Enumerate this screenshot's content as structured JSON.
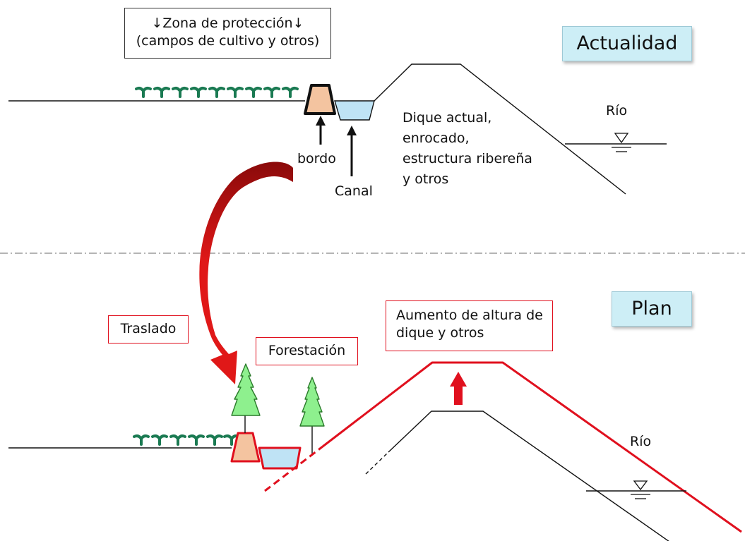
{
  "header_box": {
    "line1": "↓Zona de protección↓",
    "line2": "(campos de cultivo y otros)"
  },
  "badges": {
    "current": "Actualidad",
    "plan": "Plan"
  },
  "top": {
    "bordo": "bordo",
    "canal": "Canal",
    "dike_desc": [
      "Dique actual,",
      "enrocado,",
      "estructura ribereña",
      "y otros"
    ],
    "river": "Río"
  },
  "bottom": {
    "relocation": "Traslado",
    "forestation": "Forestación",
    "dike_raise": [
      "Aumento de altura de",
      "dique y otros"
    ],
    "river": "Río"
  },
  "colors": {
    "line": "#111111",
    "red": "#e0101e",
    "crop": "#1a7a52",
    "bank": "#f4c4a0",
    "canal": "#bfe3f5",
    "tree": "#8ef08e",
    "badge": "#cdeef6"
  }
}
